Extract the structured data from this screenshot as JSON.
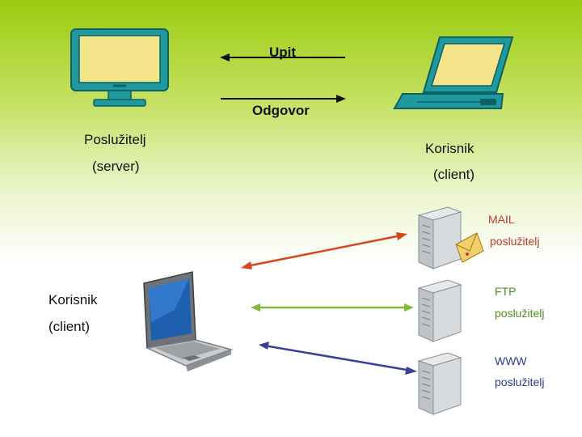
{
  "top": {
    "request_label": "Upit",
    "response_label": "Odgovor",
    "server_label": "Poslužitelj",
    "server_sub": "(server)",
    "client_label": "Korisnik",
    "client_sub": "(client)"
  },
  "bottom": {
    "client_label": "Korisnik",
    "client_sub": "(client)",
    "servers": [
      {
        "name": "MAIL",
        "type": "poslužitelj",
        "color": "#d6461c"
      },
      {
        "name": "FTP",
        "type": "poslužitelj",
        "color": "#7dbb3a"
      },
      {
        "name": "WWW",
        "type": "poslužitelj",
        "color": "#3a3f9a"
      }
    ]
  },
  "colors": {
    "monitor_body": "#1e9a9e",
    "screen_fill": "#f5e58a"
  }
}
